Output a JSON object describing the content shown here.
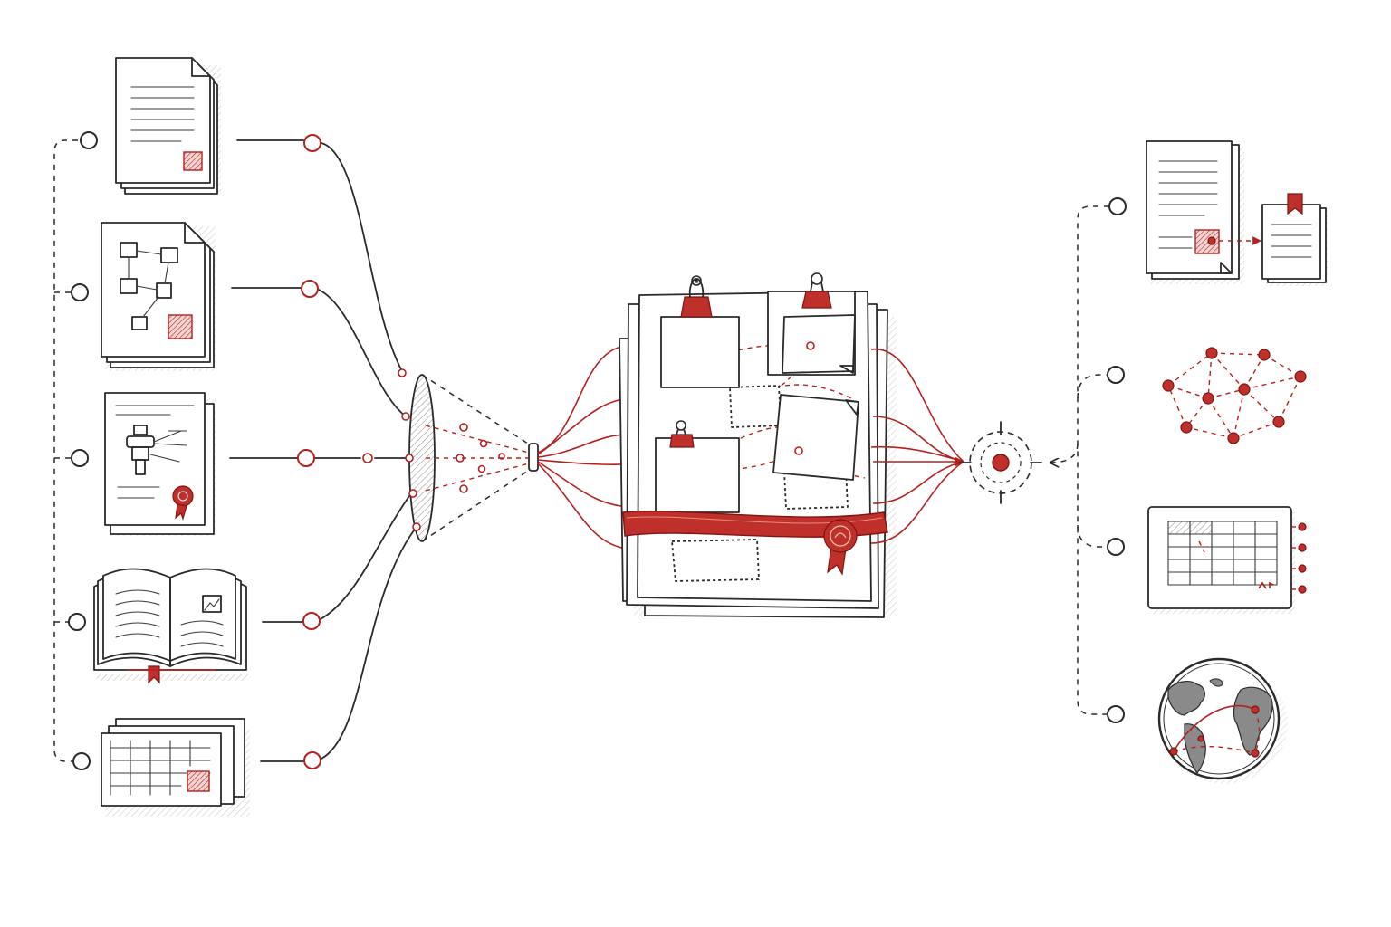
{
  "colors": {
    "ink": "#2a2a2a",
    "accent_red": "#b3211f",
    "background": "#ffffff"
  },
  "sources": [
    {
      "id": "text-documents",
      "icon": "document-stack-icon"
    },
    {
      "id": "diagram-documents",
      "icon": "diagram-document-icon"
    },
    {
      "id": "technical-drawings",
      "icon": "technical-drawing-icon"
    },
    {
      "id": "books",
      "icon": "open-book-icon"
    },
    {
      "id": "spreadsheets",
      "icon": "spreadsheet-stack-icon"
    }
  ],
  "center": {
    "icon": "evidence-board-icon",
    "funnel_icon": "funnel-icon"
  },
  "target": {
    "icon": "target-icon"
  },
  "outputs": [
    {
      "id": "cited-document",
      "icon": "cited-document-icon"
    },
    {
      "id": "knowledge-graph",
      "icon": "network-graph-icon"
    },
    {
      "id": "data-table",
      "icon": "data-table-icon"
    },
    {
      "id": "world-map",
      "icon": "globe-icon"
    }
  ]
}
